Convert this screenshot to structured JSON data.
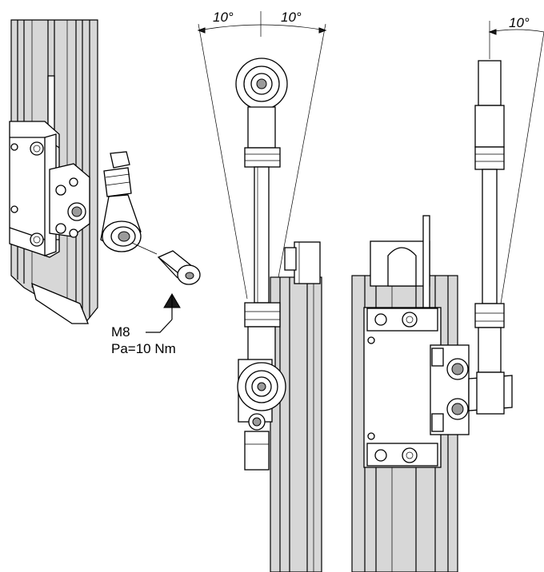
{
  "angles": {
    "middle_left": "10°",
    "middle_right": "10°",
    "right": "10°"
  },
  "annotation": {
    "thread": "M8",
    "torque": "Pa=10 Nm"
  }
}
